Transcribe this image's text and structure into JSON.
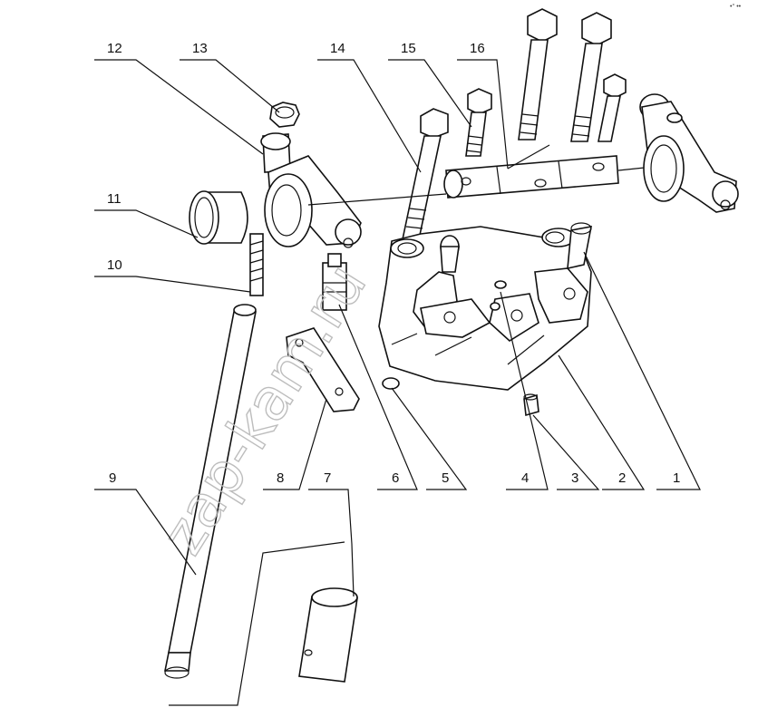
{
  "watermark": "zap-kam.ru",
  "corner_mark": "•° ••",
  "callouts": [
    {
      "id": "c1",
      "label": "1"
    },
    {
      "id": "c2",
      "label": "2"
    },
    {
      "id": "c3",
      "label": "3"
    },
    {
      "id": "c4",
      "label": "4"
    },
    {
      "id": "c5",
      "label": "5"
    },
    {
      "id": "c6",
      "label": "6"
    },
    {
      "id": "c7",
      "label": "7"
    },
    {
      "id": "c8",
      "label": "8"
    },
    {
      "id": "c9",
      "label": "9"
    },
    {
      "id": "c10",
      "label": "10"
    },
    {
      "id": "c11",
      "label": "11"
    },
    {
      "id": "c12",
      "label": "12"
    },
    {
      "id": "c13",
      "label": "13"
    },
    {
      "id": "c14",
      "label": "14"
    },
    {
      "id": "c15",
      "label": "15"
    },
    {
      "id": "c16",
      "label": "16"
    }
  ]
}
